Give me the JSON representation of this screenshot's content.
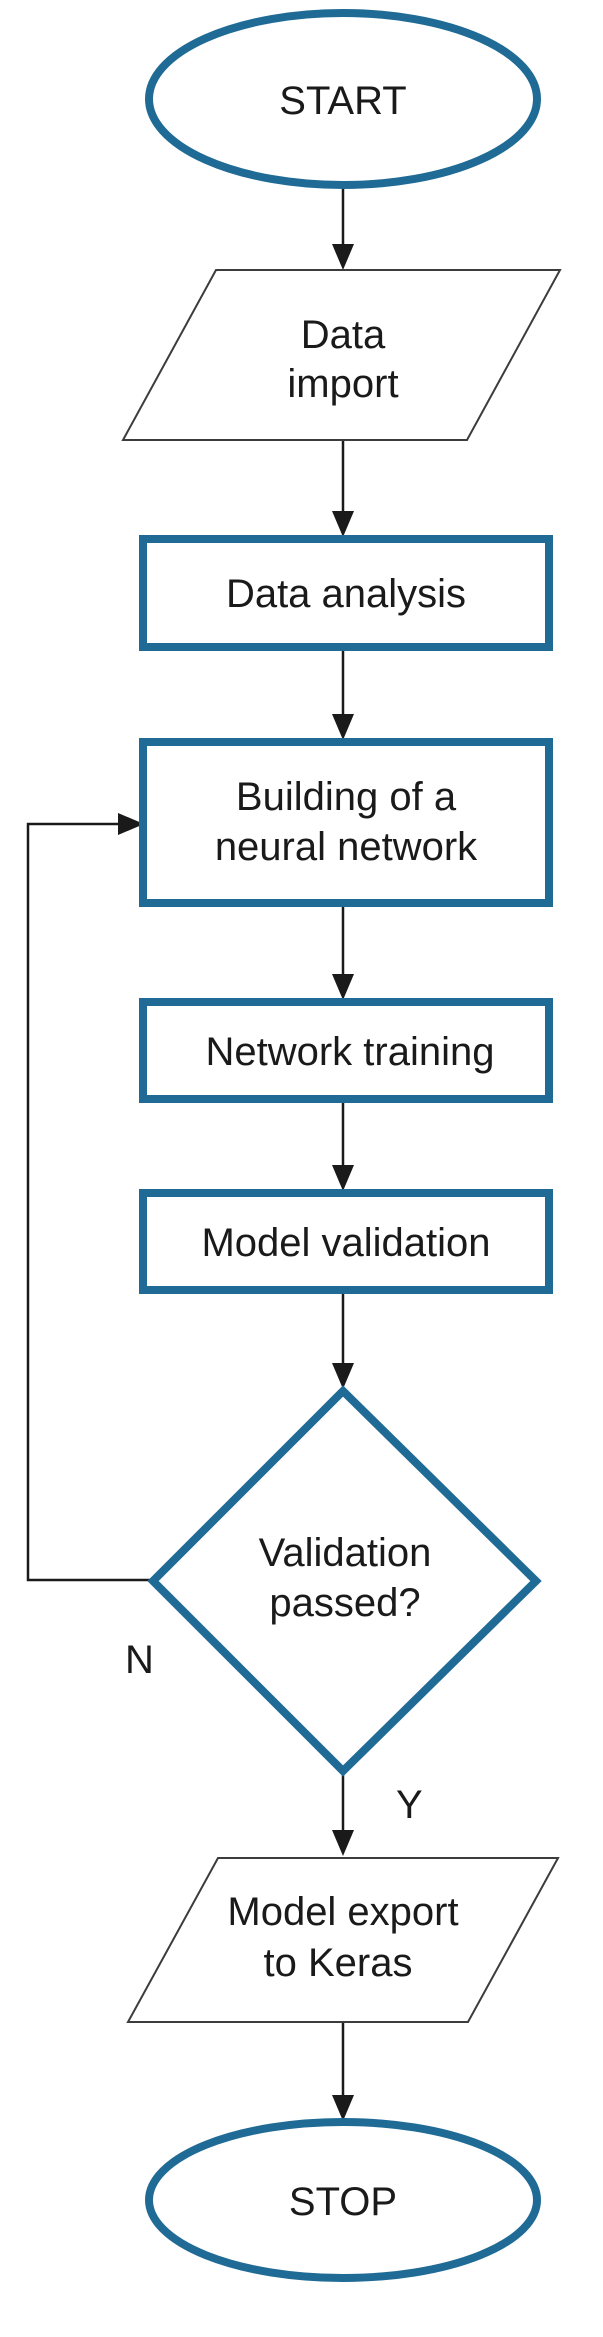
{
  "nodes": {
    "start": {
      "shape": "terminal",
      "lines": [
        "START"
      ]
    },
    "data_import": {
      "shape": "input-output",
      "lines": [
        "Data",
        "import"
      ]
    },
    "data_analysis": {
      "shape": "process",
      "lines": [
        "Data analysis"
      ]
    },
    "build_network": {
      "shape": "process",
      "lines": [
        "Building of a",
        "neural network"
      ]
    },
    "network_training": {
      "shape": "process",
      "lines": [
        "Network training"
      ]
    },
    "model_validation": {
      "shape": "process",
      "lines": [
        "Model validation"
      ]
    },
    "validation_passed": {
      "shape": "decision",
      "lines": [
        "Validation",
        "passed?"
      ]
    },
    "model_export": {
      "shape": "input-output",
      "lines": [
        "Model export",
        "to Keras"
      ]
    },
    "stop": {
      "shape": "terminal",
      "lines": [
        "STOP"
      ]
    }
  },
  "edges": [
    {
      "from": "start",
      "to": "data_import"
    },
    {
      "from": "data_import",
      "to": "data_analysis"
    },
    {
      "from": "data_analysis",
      "to": "build_network"
    },
    {
      "from": "build_network",
      "to": "network_training"
    },
    {
      "from": "network_training",
      "to": "model_validation"
    },
    {
      "from": "model_validation",
      "to": "validation_passed"
    },
    {
      "from": "validation_passed",
      "to": "build_network",
      "label": "N"
    },
    {
      "from": "validation_passed",
      "to": "model_export",
      "label": "Y"
    },
    {
      "from": "model_export",
      "to": "stop"
    }
  ],
  "branch_labels": {
    "no": "N",
    "yes": "Y"
  },
  "colors": {
    "accent_stroke": "#1f6b96",
    "plain_stroke": "#3c3c3c",
    "text": "#1a1a1a",
    "background": "#ffffff"
  }
}
